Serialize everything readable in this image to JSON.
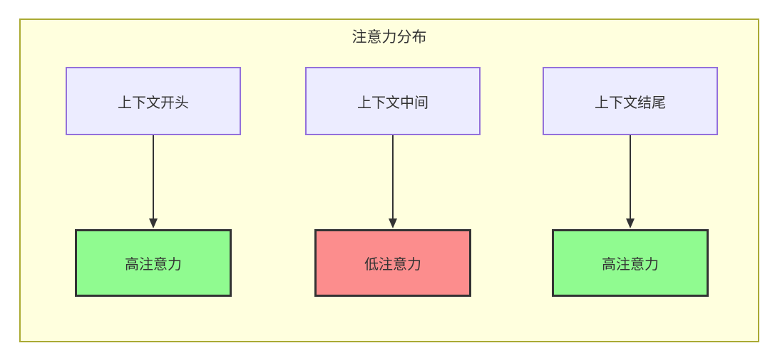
{
  "diagram": {
    "title": "注意力分布",
    "columns": [
      {
        "source": "上下文开头",
        "result": "高注意力",
        "level": "high"
      },
      {
        "source": "上下文中间",
        "result": "低注意力",
        "level": "low"
      },
      {
        "source": "上下文结尾",
        "result": "高注意力",
        "level": "high"
      }
    ],
    "colors": {
      "container_bg": "#ffffde",
      "container_border": "#aaaa33",
      "node_bg": "#ececff",
      "node_border": "#9370db",
      "high_bg": "#90fb90",
      "low_bg": "#fc8d8d",
      "result_border": "#333333",
      "arrow": "#333333",
      "text": "#333333"
    }
  }
}
